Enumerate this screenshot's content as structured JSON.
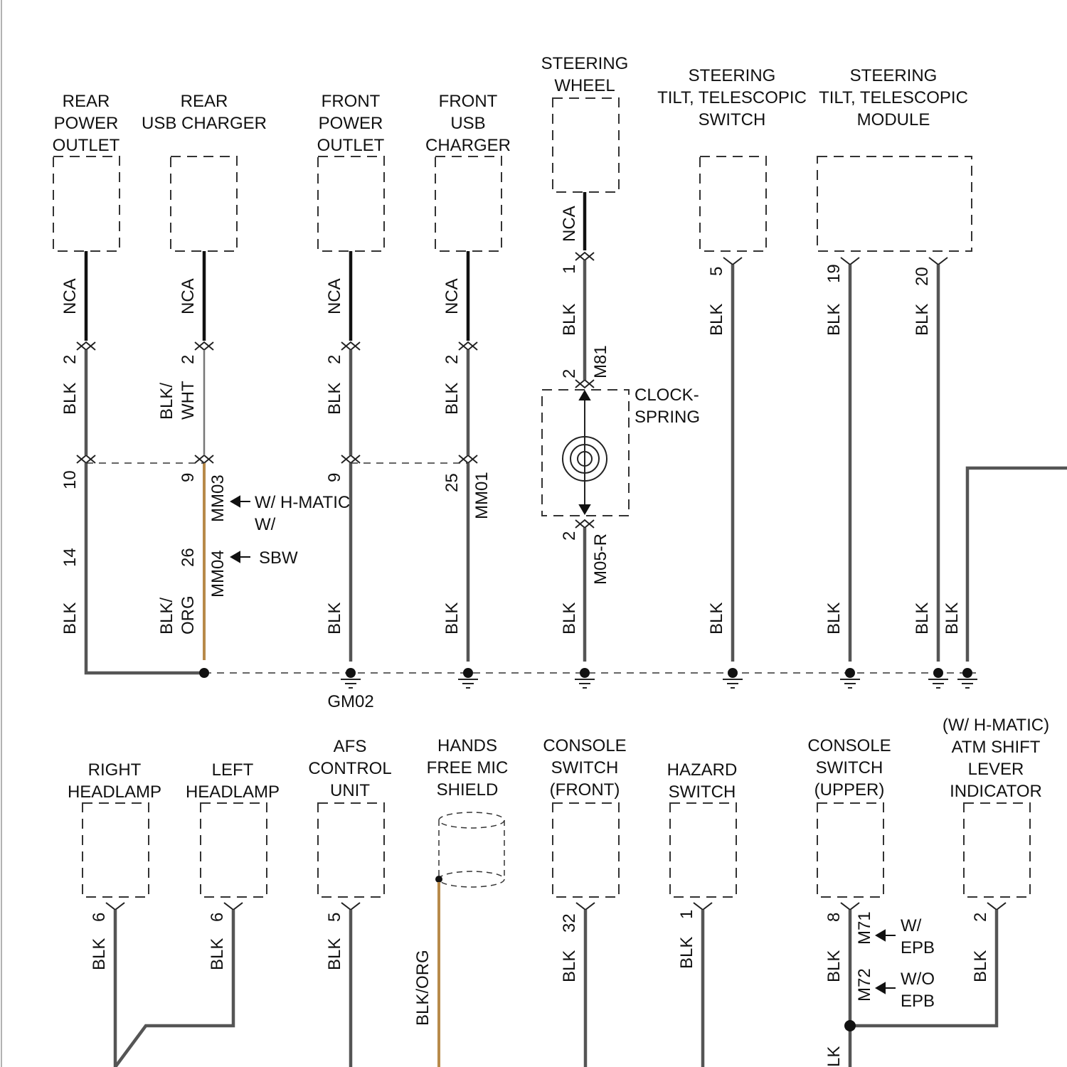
{
  "components": {
    "rear_power_outlet": [
      "REAR",
      "POWER",
      "OUTLET"
    ],
    "rear_usb_charger": [
      "REAR",
      "USB CHARGER"
    ],
    "front_power_outlet": [
      "FRONT",
      "POWER",
      "OUTLET"
    ],
    "front_usb_charger": [
      "FRONT",
      "USB",
      "CHARGER"
    ],
    "steering_wheel": [
      "STEERING",
      "WHEEL"
    ],
    "tilt_switch": [
      "STEERING",
      "TILT, TELESCOPIC",
      "SWITCH"
    ],
    "tilt_module": [
      "STEERING",
      "TILT, TELESCOPIC",
      "MODULE"
    ],
    "clockspring": [
      "CLOCK-",
      "SPRING"
    ],
    "right_headlamp": [
      "RIGHT",
      "HEADLAMP"
    ],
    "left_headlamp": [
      "LEFT",
      "HEADLAMP"
    ],
    "afs_control_unit": [
      "AFS",
      "CONTROL",
      "UNIT"
    ],
    "hands_free_mic": [
      "HANDS",
      "FREE MIC",
      "SHIELD"
    ],
    "console_switch_front": [
      "CONSOLE",
      "SWITCH",
      "(FRONT)"
    ],
    "hazard_switch": [
      "HAZARD",
      "SWITCH"
    ],
    "console_switch_upper": [
      "CONSOLE",
      "SWITCH",
      "(UPPER)"
    ],
    "atm_shift_lever": [
      "(W/ H-MATIC)",
      "ATM SHIFT",
      "LEVER",
      "INDICATOR"
    ]
  },
  "wires": {
    "nca": "NCA",
    "blk": "BLK",
    "blk_wht": [
      "BLK/",
      "WHT"
    ],
    "blk_org": [
      "BLK/",
      "ORG"
    ],
    "blk_org_inline": "BLK/ORG",
    "blk_partial": "LK"
  },
  "pins": {
    "p1": "1",
    "p2": "2",
    "p5": "5",
    "p6": "6",
    "p8": "8",
    "p9": "9",
    "p10": "10",
    "p14": "14",
    "p19": "19",
    "p20": "20",
    "p25": "25",
    "p26": "26",
    "p32": "32"
  },
  "connectors": {
    "mm03": "MM03",
    "mm04": "MM04",
    "mm01": "MM01",
    "m81": "M81",
    "m05r": "M05-R",
    "m71": "M71",
    "m72": "M72"
  },
  "notes": {
    "w_hmatic": "W/ H-MATIC",
    "w_sbw_1": "W/",
    "w_sbw_2": "SBW",
    "w_epb": [
      "W/",
      "EPB"
    ],
    "wo_epb": [
      "W/O",
      "EPB"
    ]
  },
  "ground": "GM02"
}
